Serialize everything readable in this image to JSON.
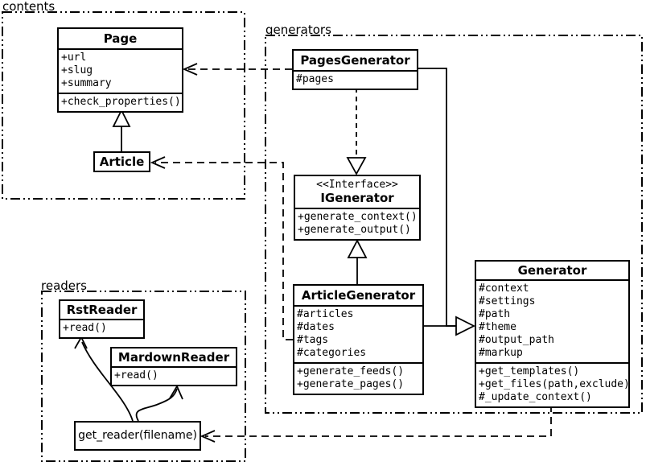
{
  "diagram": {
    "packages": {
      "contents": {
        "label": "contents"
      },
      "generators": {
        "label": "generators"
      },
      "readers": {
        "label": "readers"
      }
    },
    "classes": {
      "page": {
        "title": "Page",
        "attributes": [
          "+url",
          "+slug",
          "+summary"
        ],
        "methods": [
          "+check_properties()"
        ]
      },
      "article": {
        "title": "Article"
      },
      "pages_generator": {
        "title": "PagesGenerator",
        "attributes": [
          "#pages"
        ]
      },
      "igenerator": {
        "stereotype": "<<Interface>>",
        "title": "IGenerator",
        "methods": [
          "+generate_context()",
          "+generate_output()"
        ]
      },
      "article_generator": {
        "title": "ArticleGenerator",
        "attributes": [
          "#articles",
          "#dates",
          "#tags",
          "#categories"
        ],
        "methods": [
          "+generate_feeds()",
          "+generate_pages()"
        ]
      },
      "generator": {
        "title": "Generator",
        "attributes": [
          "#context",
          "#settings",
          "#path",
          "#theme",
          "#output_path",
          "#markup"
        ],
        "methods": [
          "+get_templates()",
          "+get_files(path,exclude)",
          "#_update_context()"
        ]
      },
      "rst_reader": {
        "title": "RstReader",
        "methods": [
          "+read()"
        ]
      },
      "mardown_reader": {
        "title": "MardownReader",
        "methods": [
          "+read()"
        ]
      },
      "get_reader": {
        "label": "get_reader(filename)"
      }
    },
    "colors": {
      "stroke": "#000000",
      "background": "#ffffff"
    }
  }
}
